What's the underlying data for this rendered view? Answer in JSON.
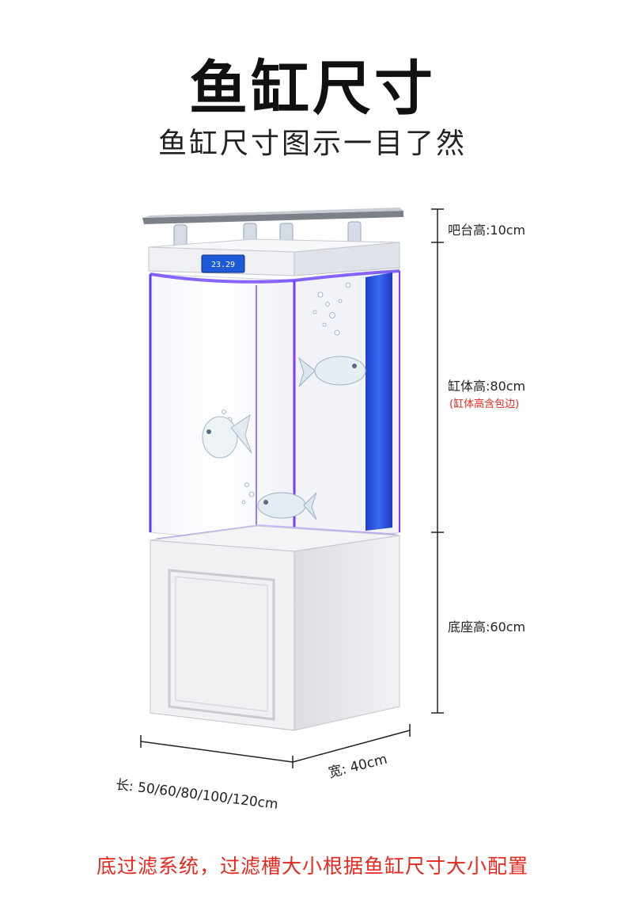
{
  "header": {
    "title": "鱼缸尺寸",
    "subtitle": "鱼缸尺寸图示一目了然"
  },
  "thermostat": {
    "readout": "23.29"
  },
  "dimensions": {
    "bar_height": "吧台高:10cm",
    "tank_height": "缸体高:80cm",
    "tank_height_note": "(缸体高含包边)",
    "base_height": "底座高:60cm",
    "length": "长: 50/60/80/100/120cm",
    "width": "宽: 40cm"
  },
  "footer": {
    "note": "底过滤系统，过滤槽大小根据鱼缸尺寸大小配置"
  },
  "colors": {
    "accent_red": "#e8281e",
    "led_purple": "#7a3cff",
    "filter_blue": "#2a55e0"
  }
}
